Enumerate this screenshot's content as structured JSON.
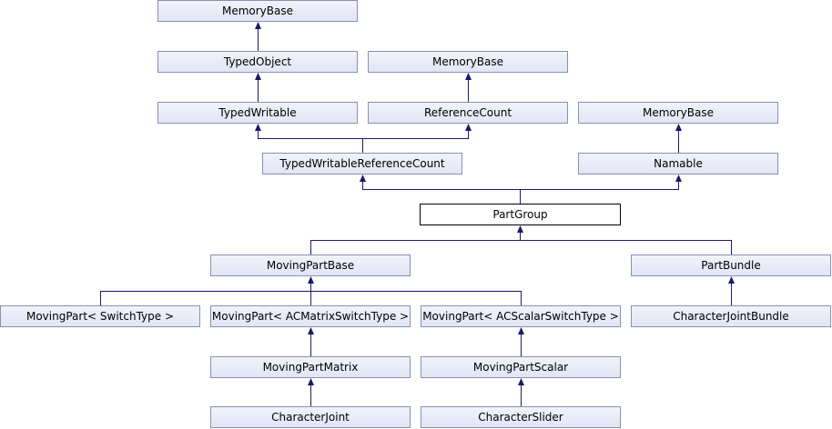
{
  "diagram": {
    "line_color": "#191970",
    "nodes": {
      "memorybase_1": "MemoryBase",
      "typedobject": "TypedObject",
      "memorybase_2": "MemoryBase",
      "typedwritable": "TypedWritable",
      "referencecount": "ReferenceCount",
      "memorybase_3": "MemoryBase",
      "typedwritablereferencecount": "TypedWritableReferenceCount",
      "namable": "Namable",
      "partgroup": "PartGroup",
      "movingpartbase": "MovingPartBase",
      "partbundle": "PartBundle",
      "movingpart_switchtype": "MovingPart< SwitchType >",
      "movingpart_acmatrixswitchtype": "MovingPart< ACMatrixSwitchType >",
      "movingpart_acscalarswitchtype": "MovingPart< ACScalarSwitchType >",
      "characterjointbundle": "CharacterJointBundle",
      "movingpartmatrix": "MovingPartMatrix",
      "movingpartscalar": "MovingPartScalar",
      "characterjoint": "CharacterJoint",
      "characterslider": "CharacterSlider"
    }
  }
}
